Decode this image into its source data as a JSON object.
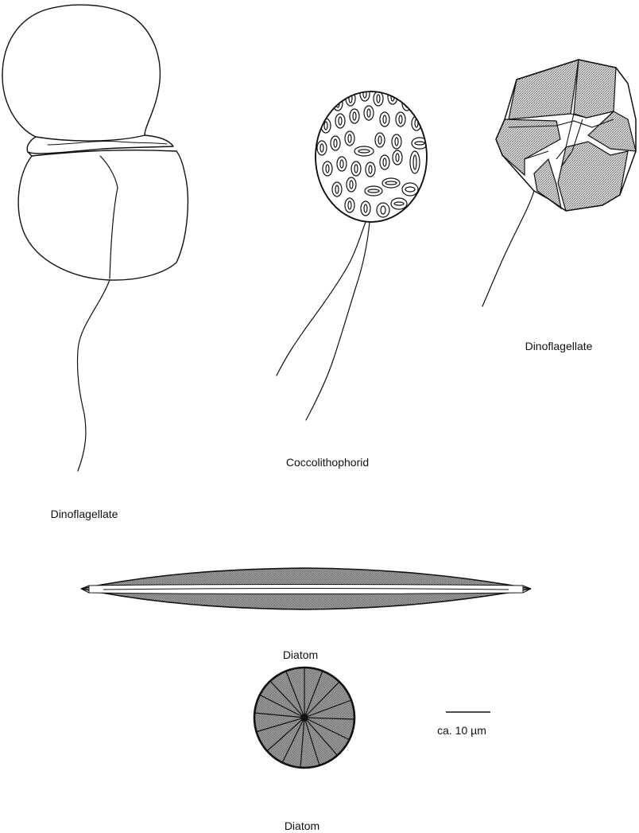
{
  "labels": {
    "dinoflagellate_left": "Dinoflagellate",
    "coccolithophorid": "Coccolithophorid",
    "dinoflagellate_right": "Dinoflagellate",
    "diatom_pennate": "Diatom",
    "diatom_centric": "Diatom"
  },
  "scale_bar": {
    "label": "ca.  10 µm"
  },
  "colors": {
    "stroke": "#111111",
    "shade": "#a9a9a9",
    "shade_light": "#c6c6c6",
    "background": "#ffffff"
  }
}
